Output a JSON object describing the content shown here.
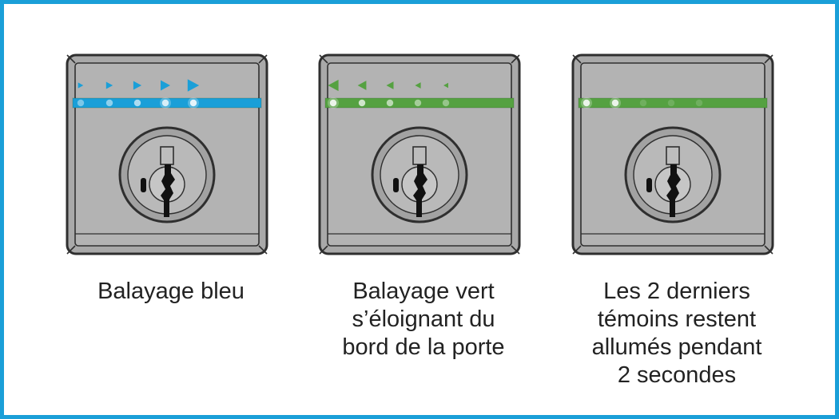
{
  "colors": {
    "frame": "#1a9fd8",
    "blue": "#1a9fd8",
    "green": "#55a141",
    "lock_body": "#a9a9a9",
    "outline": "#2f2f2f",
    "text": "#222222"
  },
  "panels": [
    {
      "caption": "Balayage bleu",
      "bar_color": "blue",
      "arrow_direction": "right",
      "arrow_scales": [
        0.55,
        0.7,
        0.85,
        1.0,
        1.2
      ],
      "lit_leds": [
        1,
        2,
        3,
        4,
        5
      ],
      "led_glow": [
        0.5,
        0.6,
        0.75,
        0.9,
        1.0
      ]
    },
    {
      "caption": "Balayage vert\ns’éloignant du\nbord de la porte",
      "bar_color": "green",
      "arrow_direction": "left",
      "arrow_scales": [
        1.1,
        0.9,
        0.75,
        0.6,
        0.5
      ],
      "lit_leds": [
        1,
        2,
        3,
        4,
        5
      ],
      "led_glow": [
        1.0,
        0.85,
        0.7,
        0.55,
        0.45
      ]
    },
    {
      "caption": "Les 2 derniers\ntémoins restent\nallumés pendant\n2 secondes",
      "bar_color": "green",
      "arrow_direction": "none",
      "arrow_scales": [],
      "lit_leds": [
        1,
        2
      ],
      "led_glow": [
        1.0,
        1.0,
        0.35,
        0.35,
        0.35
      ]
    }
  ]
}
